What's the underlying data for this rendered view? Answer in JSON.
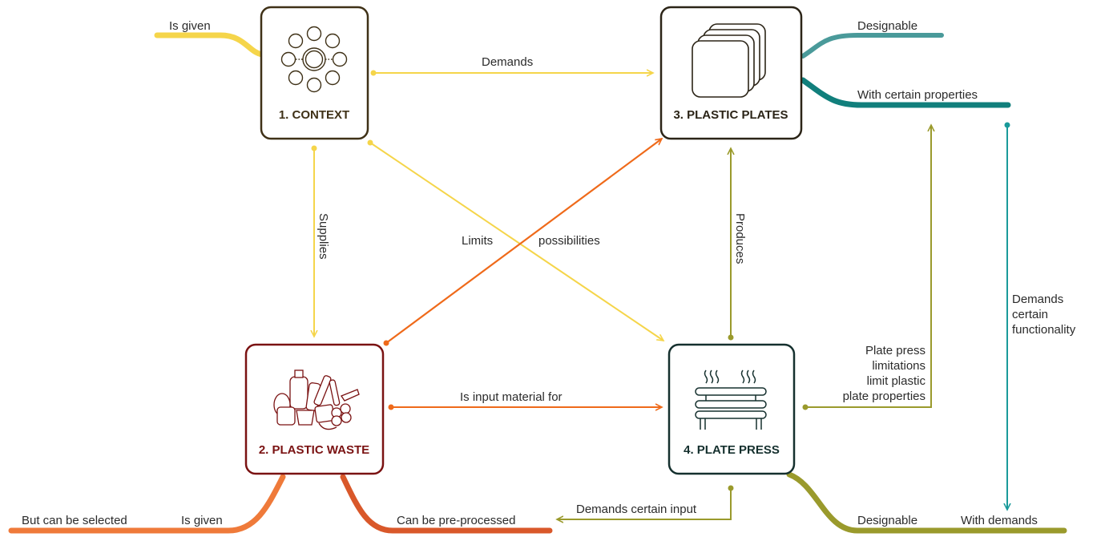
{
  "nodes": {
    "context": {
      "title": "1. CONTEXT",
      "icon": "circle-network-icon",
      "color": "#3f3117"
    },
    "plastic_waste": {
      "title": "2. PLASTIC WASTE",
      "icon": "plastic-waste-icon",
      "color": "#7a1212"
    },
    "plastic_plates": {
      "title": "3. PLASTIC PLATES",
      "icon": "stacked-plates-icon",
      "color": "#2b2417"
    },
    "plate_press": {
      "title": "4. PLATE PRESS",
      "icon": "plate-press-icon",
      "color": "#15302e"
    }
  },
  "edges": {
    "demands": "Demands",
    "supplies": "Supplies",
    "limits": "Limits",
    "possibilities": "possibilities",
    "produces": "Produces",
    "input_material": "Is input material for",
    "demands_input": "Demands certain input",
    "press_limit_1": "Plate press",
    "press_limit_2": "limitations",
    "press_limit_3": "limit plastic",
    "press_limit_4": "plate properties",
    "functionality_1": "Demands",
    "functionality_2": "certain",
    "functionality_3": "functionality"
  },
  "branches": {
    "context_given": "Is given",
    "plates_designable": "Designable",
    "plates_properties": "With certain properties",
    "waste_selected": "But can be selected",
    "waste_given": "Is given",
    "waste_preprocessed": "Can be pre-processed",
    "press_designable": "Designable",
    "press_demands": "With demands"
  },
  "colors": {
    "yellow": "#f5d54a",
    "orange": "#ef6a1a",
    "olive": "#9a9a2c",
    "teal": "#1a9a9a",
    "teal_light": "#4a9a9a",
    "orange_light": "#ef7a3a",
    "rust": "#d9582a"
  }
}
